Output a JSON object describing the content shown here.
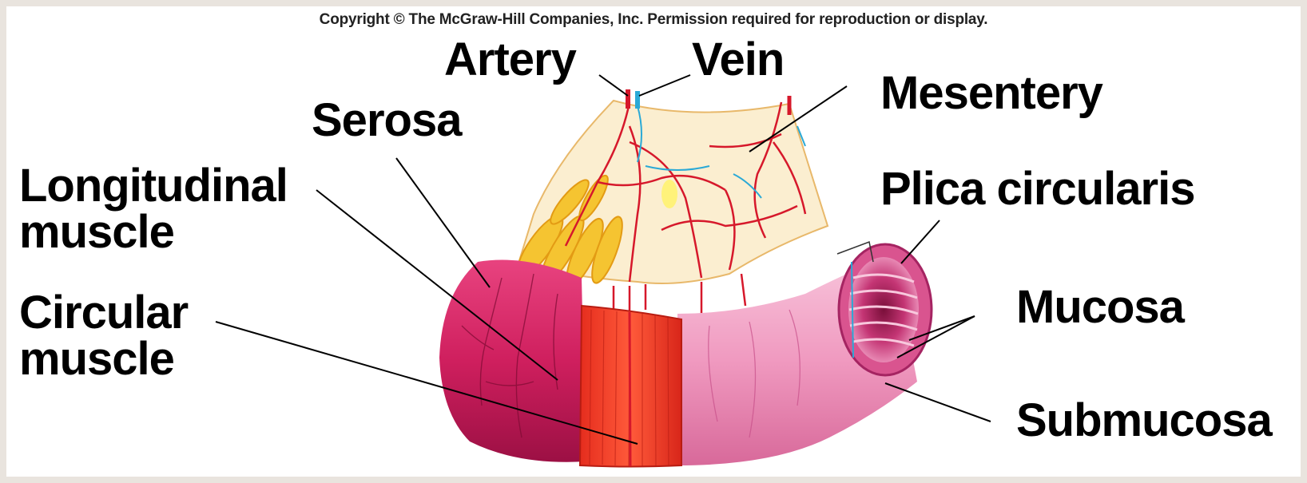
{
  "copyright": "Copyright © The McGraw-Hill Companies, Inc. Permission required for reproduction or display.",
  "labels": {
    "artery": "Artery",
    "vein": "Vein",
    "mesentery": "Mesentery",
    "serosa": "Serosa",
    "longitudinal_muscle": [
      "Longitudinal",
      "muscle"
    ],
    "plica_circularis": "Plica circularis",
    "circular_muscle": [
      "Circular",
      "muscle"
    ],
    "mucosa": "Mucosa",
    "submucosa": "Submucosa"
  },
  "colors": {
    "background": "#ffffff",
    "page_border": "#e9e4de",
    "intestine_dark": "#c2185b",
    "intestine_light": "#f3a6c8",
    "muscle_band": "#ef3b24",
    "mesentery": "#fbeed0",
    "fat": "#f5c431",
    "artery": "#d6182b",
    "vein": "#2aa9d6"
  }
}
